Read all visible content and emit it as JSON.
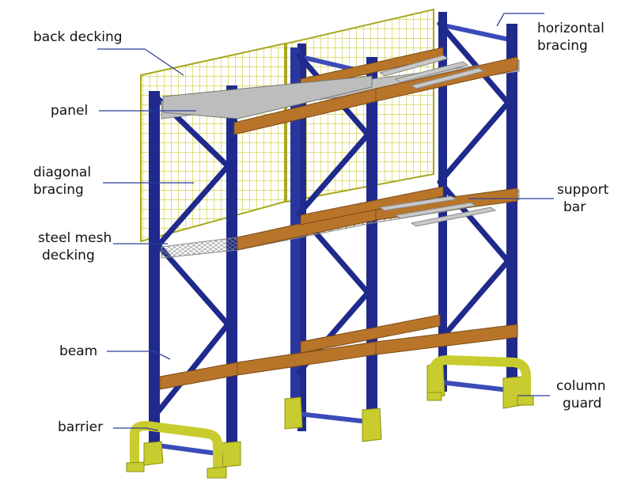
{
  "labels": {
    "back_decking": "back decking",
    "horizontal_bracing_1": "horizontal",
    "horizontal_bracing_2": "bracing",
    "panel": "panel",
    "diagonal_bracing_1": "diagonal",
    "diagonal_bracing_2": "bracing",
    "support_bar_1": "support",
    "support_bar_2": "bar",
    "steel_mesh_decking_1": "steel mesh",
    "steel_mesh_decking_2": "decking",
    "beam": "beam",
    "column_guard_1": "column",
    "column_guard_2": "guard",
    "barrier": "barrier"
  },
  "colors": {
    "upright": "#1f2a8c",
    "upright_light": "#3b4bb8",
    "beam": "#b8752a",
    "beam_dark": "#7a4a16",
    "mesh": "#c9c932",
    "guard": "#c8cc2e",
    "guard_dark": "#8c8f14",
    "panel": "#bdbdbd",
    "leader": "#2f3f9c"
  }
}
